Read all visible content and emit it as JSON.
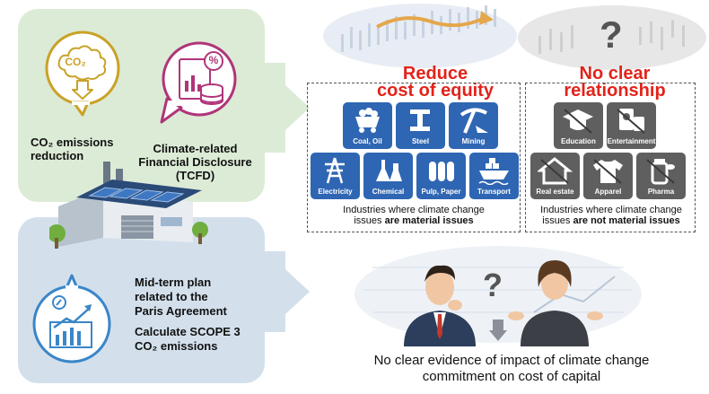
{
  "left": {
    "co2_label": "CO₂",
    "co2_reduction": [
      "CO₂ emissions",
      "reduction"
    ],
    "tcfd": [
      "Climate-related",
      "Financial Disclosure",
      "(TCFD)"
    ],
    "midterm": [
      "Mid-term plan",
      "related to the",
      "Paris Agreement"
    ],
    "scope3": [
      "Calculate SCOPE 3",
      "CO₂ emissions"
    ],
    "percent": "%"
  },
  "material": {
    "title": [
      "Reduce",
      "cost of equity"
    ],
    "tiles": [
      "Coal, Oil",
      "Steel",
      "Mining",
      "Electricity",
      "Chemical",
      "Pulp, Paper",
      "Transport"
    ],
    "caption_line1": "Industries where climate change",
    "caption_line2_normal": "issues ",
    "caption_line2_bold": "are material issues"
  },
  "nonmaterial": {
    "question": "?",
    "title": [
      "No clear",
      "relationship"
    ],
    "tiles": [
      "Education",
      "Entertainment",
      "Real estate",
      "Apparel",
      "Pharma"
    ],
    "caption_line1": "Industries where climate change",
    "caption_line2_normal": "issues ",
    "caption_line2_bold": "are not material issues"
  },
  "people": {
    "question": "?"
  },
  "conclusion": [
    "No clear evidence of impact of climate change",
    "commitment on cost of capital"
  ],
  "colors": {
    "green_panel": "#dcebd6",
    "blue_panel": "#d3e0ec",
    "red": "#e2231a",
    "tile_blue": "#2f66b3",
    "tile_gray": "#5f5f5f",
    "co2_gold": "#c9a227",
    "tcfd_magenta": "#b0357a",
    "plan_blue": "#3a86c8"
  }
}
